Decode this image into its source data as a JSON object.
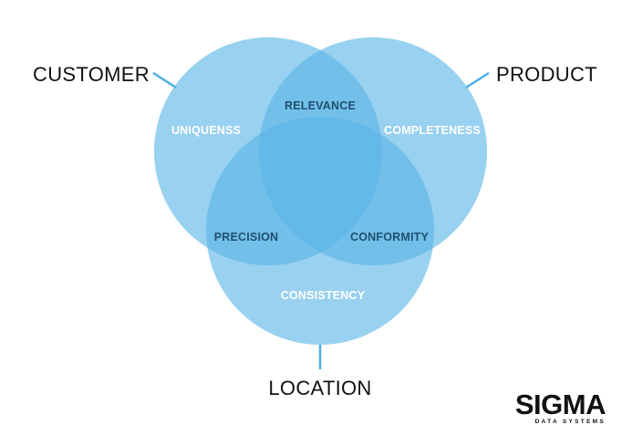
{
  "colors": {
    "circle": "#5ab5e6",
    "connector": "#4aaee0",
    "region_text_light": "#ffffff",
    "region_text_dark": "#1f4f70",
    "label_text": "#111111"
  },
  "sets": {
    "customer": "CUSTOMER",
    "product": "PRODUCT",
    "location": "LOCATION"
  },
  "regions": {
    "customer_only": "UNIQUENSS",
    "product_only": "COMPLETENESS",
    "location_only": "CONSISTENCY",
    "customer_product": "RELEVANCE",
    "customer_location": "PRECISION",
    "product_location": "CONFORMITY"
  },
  "logo": {
    "name": "SIGMA",
    "tagline": "DATA SYSTEMS"
  }
}
